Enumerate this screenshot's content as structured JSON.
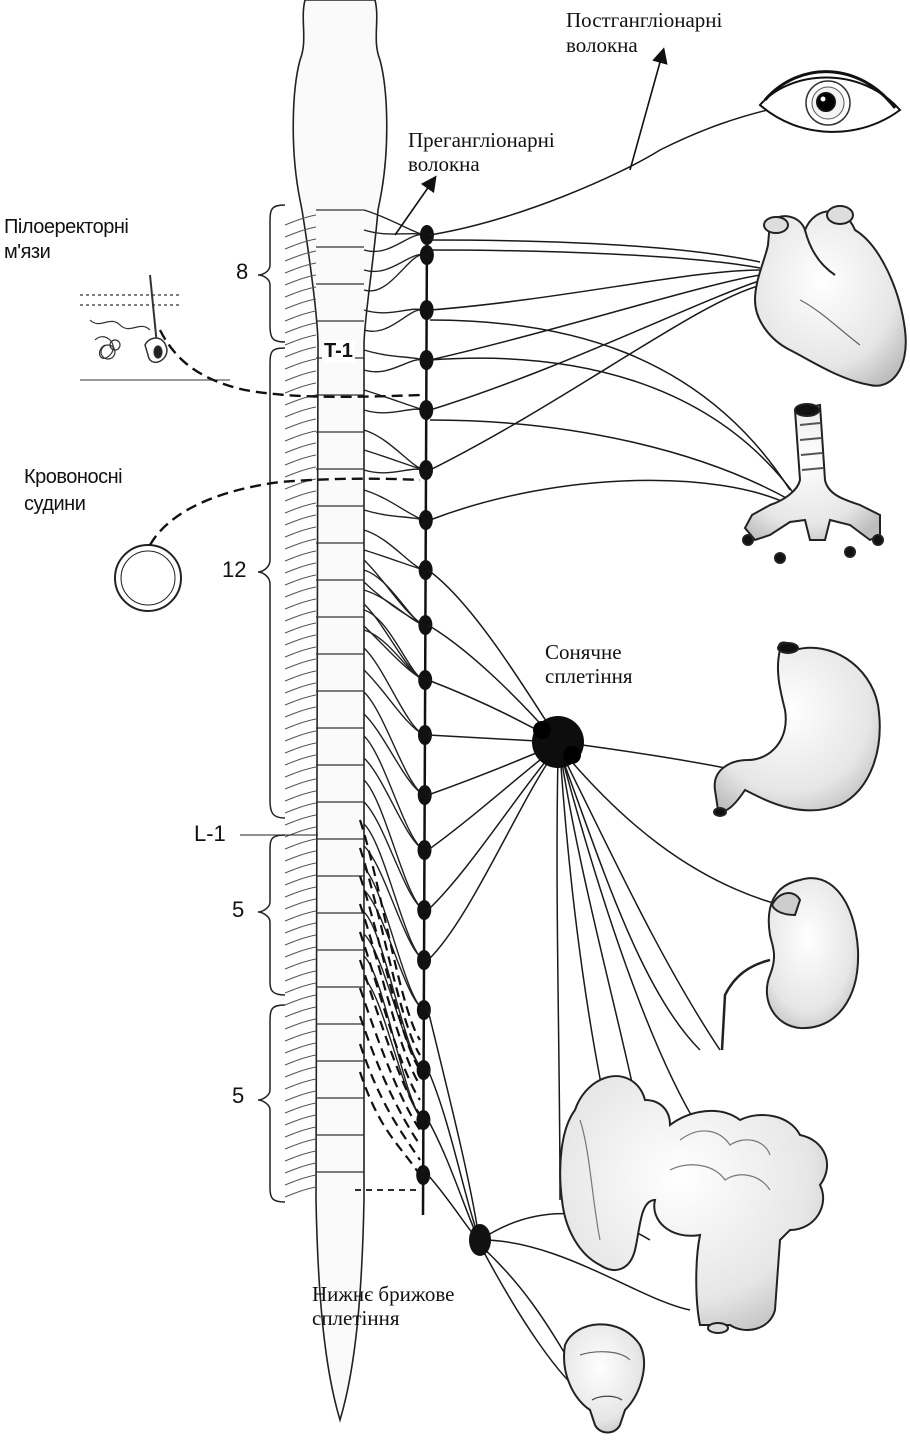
{
  "labels": {
    "postganglionic": [
      "Постгангліонарні",
      "волокна"
    ],
    "preganglionic": [
      "Прегангліонарні",
      "волокна"
    ],
    "piloerector": [
      "Пілоеректорні",
      "м'язи"
    ],
    "blood_vessels": [
      "Кровоносні",
      "судини"
    ],
    "solar_plexus": [
      "Сонячне",
      "сплетіння"
    ],
    "inferior_mesenteric": [
      "Нижнє брижове",
      "сплетіння"
    ]
  },
  "spine_labels": {
    "t1": "T-1",
    "l1": "L-1",
    "cervical_count": "8",
    "thoracic_count": "12",
    "lumbar_count": "5",
    "sacral_count": "5"
  },
  "colors": {
    "line": "#1a1a1a",
    "organ_fill": "#eeeeee",
    "organ_stroke": "#222222",
    "ganglion": "#111111"
  }
}
